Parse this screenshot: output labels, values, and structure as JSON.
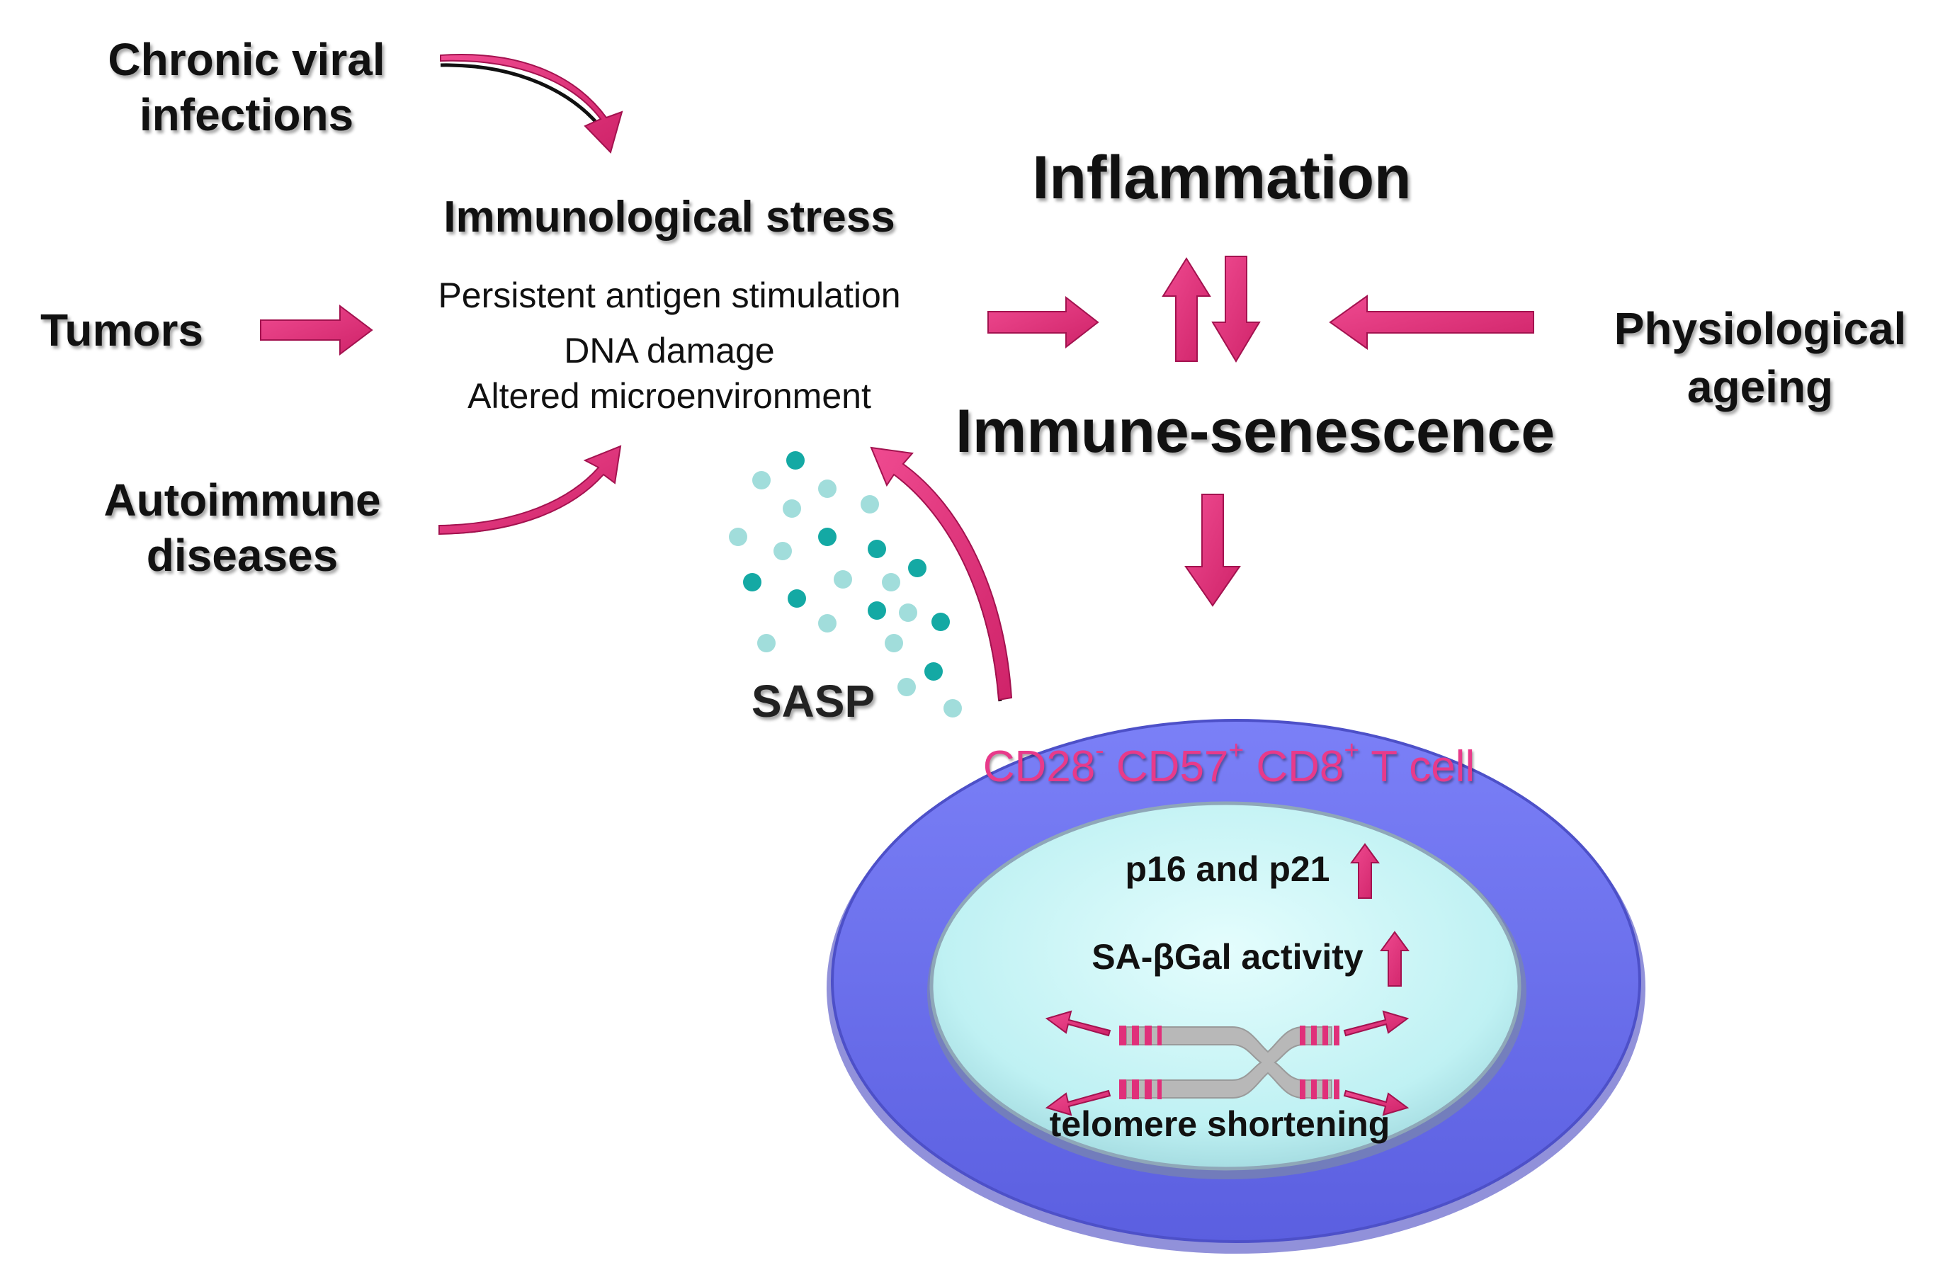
{
  "sources": {
    "chronic_viral": [
      "Chronic viral",
      "infections"
    ],
    "tumors": "Tumors",
    "autoimmune": [
      "Autoimmune",
      "diseases"
    ],
    "physiological": [
      "Physiological",
      "ageing"
    ]
  },
  "stress": {
    "title": "Immunological stress",
    "items": [
      "Persistent antigen stimulation",
      "DNA damage",
      "Altered microenvironment"
    ]
  },
  "inflammation": "Inflammation",
  "immune_senescence": "Immune-senescence",
  "sasp": "SASP",
  "cell": {
    "label_parts": [
      "CD28",
      "-",
      " CD57",
      "+",
      " CD8",
      "+",
      " T cell"
    ],
    "markers": [
      "p16 and p21",
      "SA-βGal activity"
    ],
    "telomere": "telomere shortening"
  },
  "colors": {
    "arrow": "#e0307a",
    "arrow_edge": "#a3124f",
    "cell_outer": "#6a6ff2",
    "cell_nucleus": "#c9f6f7",
    "sasp_dot": "#14a9a4",
    "text": "#111111",
    "cell_label": "#e83a8a"
  },
  "icons": [
    "curved-arrow",
    "block-arrow",
    "sasp-dot",
    "chromosome",
    "up-arrow"
  ]
}
